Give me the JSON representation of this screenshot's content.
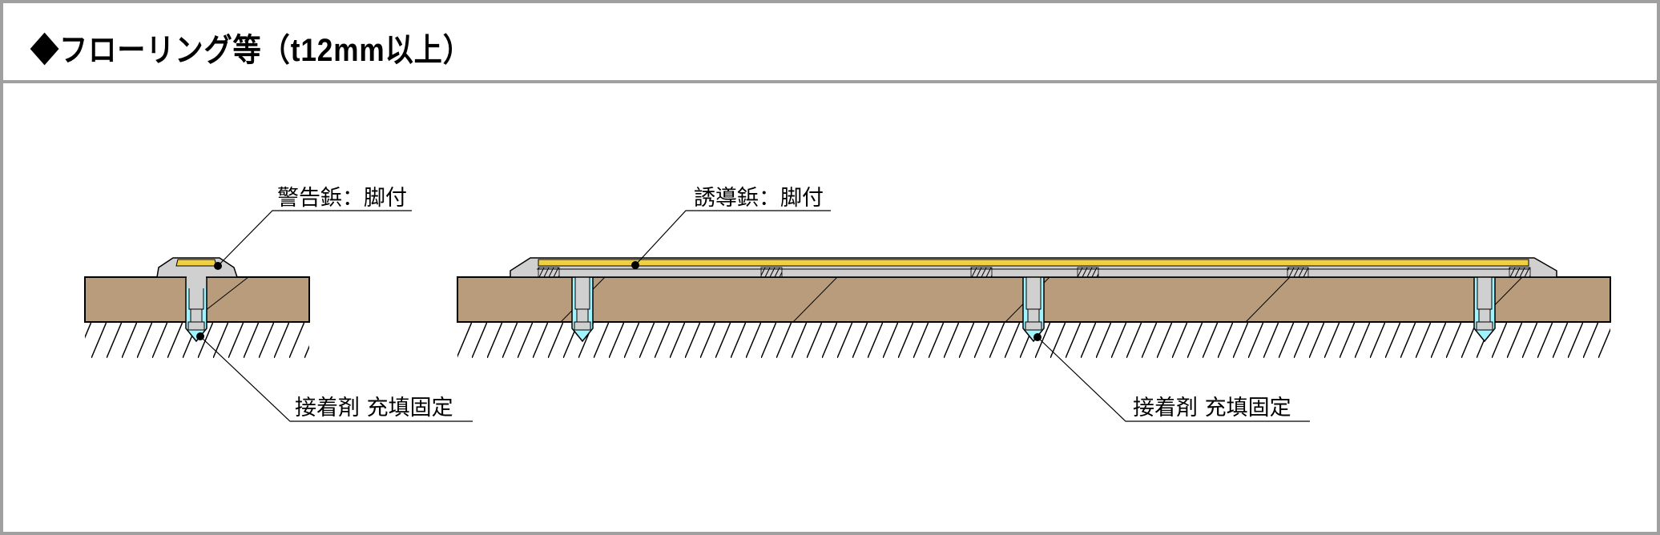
{
  "title": "◆フローリング等（t12mm以上）",
  "labels": {
    "warning_stud": "警告鋲：脚付",
    "guide_stud": "誘導鋲：脚付",
    "adhesive_left": "接着剤 充填固定",
    "adhesive_right": "接着剤 充填固定"
  },
  "colors": {
    "wood": "#b89c7c",
    "stud_body": "#d0d0d0",
    "tactile_top": "#f0d040",
    "adhesive": "#a0f4ff",
    "border": "#a0a0a0"
  }
}
